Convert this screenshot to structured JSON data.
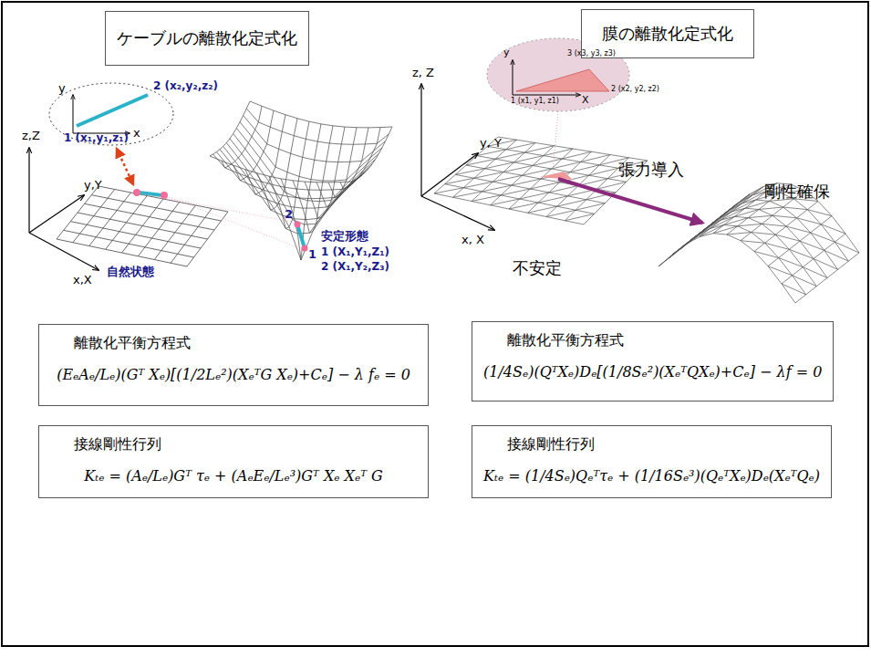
{
  "diagram": {
    "nodes": [
      {
        "text": [
          "ケーブルの離散化定式化"
        ]
      },
      {
        "text": [
          "膜の離散化定式化"
        ]
      },
      {
        "text": [
          "離散化平衡方程式",
          "(EₑAₑ/Lₑ)(Gᵀ Xₑ)[(1/2Lₑ²)(XₑᵀG Xₑ)+Cₑ] − λ fₑ = 0"
        ]
      },
      {
        "text": [
          "離散化平衡方程式",
          "(1/4Sₑ)(QᵀXₑ)Dₑ[(1/8Sₑ²)(XₑᵀQXₑ)+Cₑ] − λf = 0"
        ]
      },
      {
        "text": [
          "接線剛性行列",
          "Kₜₑ = (Aₑ/Lₑ)Gᵀ τₑ + (AₑEₑ/Lₑ³)Gᵀ Xₑ Xₑᵀ G"
        ]
      },
      {
        "text": [
          "接線剛性行列",
          "Kₜₑ = (1/4Sₑ)Qₑᵀτₑ + (1/16Sₑ³)(QₑᵀXₑ)Dₑ(XₑᵀQₑ)"
        ]
      }
    ],
    "labels": [
      "y",
      "x",
      "2 (x₂,y₂,z₂)",
      "1 (x₁,y₁,z₁)",
      "z,Z",
      "y,Y",
      "x,X",
      "自然状態",
      "2",
      "1",
      "安定形態",
      "1 (X₁,Y₁,Z₁)",
      "2 (X₁,Y₂,Z₃)",
      "y",
      "X",
      "3 (x3, y3, z3)",
      "2 (x2, y2, z2)",
      "1 (x1, y1, z1)",
      "z, Z",
      "y, Y",
      "x, X",
      "張力導入",
      "剛性確保",
      "不安定"
    ]
  }
}
